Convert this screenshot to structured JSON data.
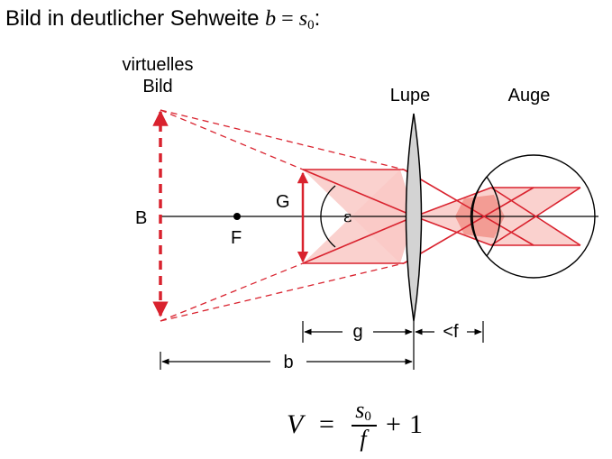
{
  "heading": {
    "text": "Bild in deutlicher Sehweite ",
    "math_b": "b",
    "math_eq": " = ",
    "math_s": "s",
    "math_sub": "0",
    "colon": ":"
  },
  "diagram": {
    "label_virtual_line1": "virtuelles",
    "label_virtual_line2": "Bild",
    "label_lupe": "Lupe",
    "label_auge": "Auge",
    "label_B": "B",
    "label_F": "F",
    "label_G": "G",
    "label_epsilon": "ε",
    "label_g": "g",
    "label_f": "<f",
    "label_b": "b",
    "colors": {
      "ray_red": "#d9222e",
      "ray_fill": "#f9c9c6",
      "eye_overlap": "#f08a80",
      "lens_fill": "#d3d3d3"
    }
  },
  "formula": {
    "lhs": "V",
    "equals": "=",
    "num": "s",
    "num_sub": "0",
    "den": "f",
    "plus": "+",
    "one": "1"
  }
}
